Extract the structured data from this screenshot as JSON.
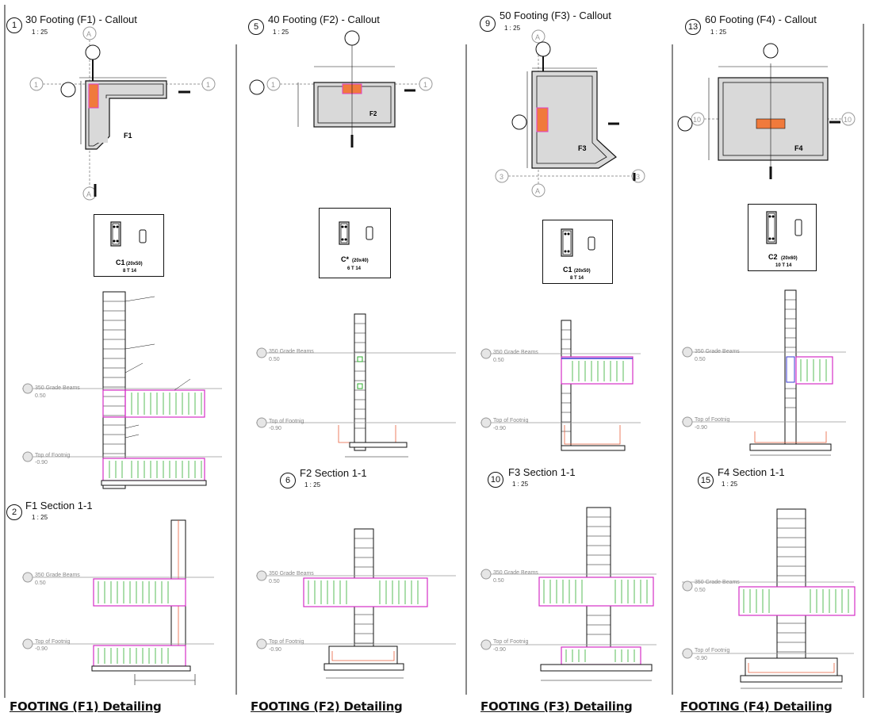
{
  "columns": [
    {
      "id": "F1",
      "plan": {
        "marker": "1",
        "title": "30 Footing (F1) - Callout",
        "scale": "1 : 25",
        "footing_label": "F1"
      },
      "column_box": {
        "name": "C1",
        "size": "(20x50)",
        "rebar": "8 T 14"
      },
      "section_a": {
        "grade_beams_label": "350 Grade Beams",
        "grade_beams_level": "0.50",
        "top_footing_label": "Top of Footnig",
        "top_footing_level": "-0.90"
      },
      "section_b": {
        "marker": "2",
        "title": "F1  Section 1-1",
        "scale": "1 : 25",
        "grade_beams_label": "350 Grade Beams",
        "grade_beams_level": "0.50",
        "top_footing_label": "Top of Footnig",
        "top_footing_level": "-0.90"
      },
      "detail_title": "FOOTING (F1) Detailing"
    },
    {
      "id": "F2",
      "plan": {
        "marker": "5",
        "title": "40 Footing (F2) - Callout",
        "scale": "1 : 25",
        "footing_label": "F2"
      },
      "column_box": {
        "name": "C*",
        "size": "(20x40)",
        "rebar": "6 T 14"
      },
      "section_a": {
        "grade_beams_label": "350 Grade Beams",
        "grade_beams_level": "0.50",
        "top_footing_label": "Top of Footnig",
        "top_footing_level": "-0.90"
      },
      "section_b": {
        "marker": "6",
        "title": "F2  Section 1-1",
        "scale": "1 : 25",
        "grade_beams_label": "350 Grade Beams",
        "grade_beams_level": "0.50",
        "top_footing_label": "Top of Footnig",
        "top_footing_level": "-0.90"
      },
      "detail_title": "FOOTING (F2) Detailing"
    },
    {
      "id": "F3",
      "plan": {
        "marker": "9",
        "title": "50 Footing (F3) - Callout",
        "scale": "1 : 25",
        "footing_label": "F3"
      },
      "column_box": {
        "name": "C1",
        "size": "(20x50)",
        "rebar": "8 T 14"
      },
      "section_a": {
        "grade_beams_label": "350 Grade Beams",
        "grade_beams_level": "0.50",
        "top_footing_label": "Top of Footnig",
        "top_footing_level": "-0.90"
      },
      "section_b": {
        "marker": "10",
        "title": "F3  Section 1-1",
        "scale": "1 : 25",
        "grade_beams_label": "350 Grade Beams",
        "grade_beams_level": "0.50",
        "top_footing_label": "Top of Footnig",
        "top_footing_level": "-0.90"
      },
      "detail_title": "FOOTING (F3) Detailing"
    },
    {
      "id": "F4",
      "plan": {
        "marker": "13",
        "title": "60 Footing (F4) - Callout",
        "scale": "1 : 25",
        "footing_label": "F4"
      },
      "column_box": {
        "name": "C2",
        "size": "(20x60)",
        "rebar": "10 T 14"
      },
      "section_a": {
        "grade_beams_label": "350 Grade Beams",
        "grade_beams_level": "0.50",
        "top_footing_label": "Top of Footnig",
        "top_footing_level": "-0.90"
      },
      "section_b": {
        "marker": "15",
        "title": "F4  Section 1-1",
        "scale": "1 : 25",
        "grade_beams_label": "350 Grade Beams",
        "grade_beams_level": "0.50",
        "top_footing_label": "Top of Footnig",
        "top_footing_level": "-0.90"
      },
      "detail_title": "FOOTING (F4) Detailing"
    }
  ],
  "colors": {
    "footing_fill": "#d9d9d9",
    "column_fill": "#f07a3c",
    "column_outline": "#e040c8",
    "beam_stirrup": "#2fae2f",
    "beam_outline": "#d42ec6",
    "rebar_red": "#e8603c",
    "grid_gray": "#999999",
    "ink": "#111111"
  }
}
